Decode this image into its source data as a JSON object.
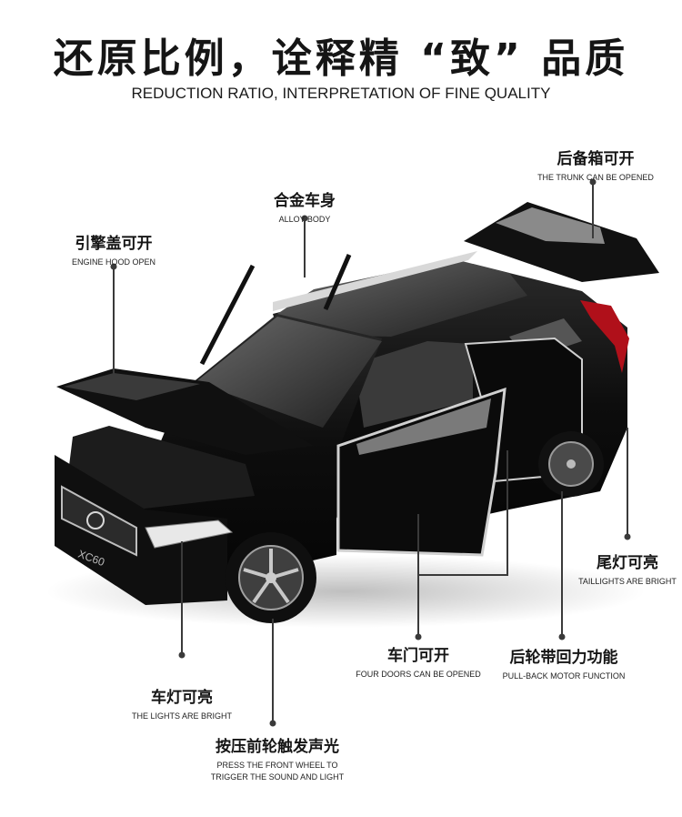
{
  "header": {
    "title": "还原比例，诠释精 “致” 品质",
    "subtitle": "REDUCTION RATIO, INTERPRETATION OF FINE QUALITY"
  },
  "car": {
    "badge": "XC60",
    "body_color": "#0d0d0d"
  },
  "callouts": {
    "trunk": {
      "cn": "后备箱可开",
      "en": "THE TRUNK CAN BE OPENED"
    },
    "alloy": {
      "cn": "合金车身",
      "en": "ALLOY BODY"
    },
    "hood": {
      "cn": "引擎盖可开",
      "en": "ENGINE HOOD OPEN"
    },
    "taillights": {
      "cn": "尾灯可亮",
      "en": "TAILLIGHTS ARE BRIGHT"
    },
    "doors": {
      "cn": "车门可开",
      "en": "FOUR DOORS CAN BE OPENED"
    },
    "pullback": {
      "cn": "后轮带回力功能",
      "en": "PULL-BACK MOTOR FUNCTION"
    },
    "lights": {
      "cn": "车灯可亮",
      "en": "THE LIGHTS ARE BRIGHT"
    },
    "sound": {
      "cn": "按压前轮触发声光",
      "en_line1": "PRESS THE FRONT WHEEL TO",
      "en_line2": "TRIGGER THE SOUND AND LIGHT"
    }
  }
}
